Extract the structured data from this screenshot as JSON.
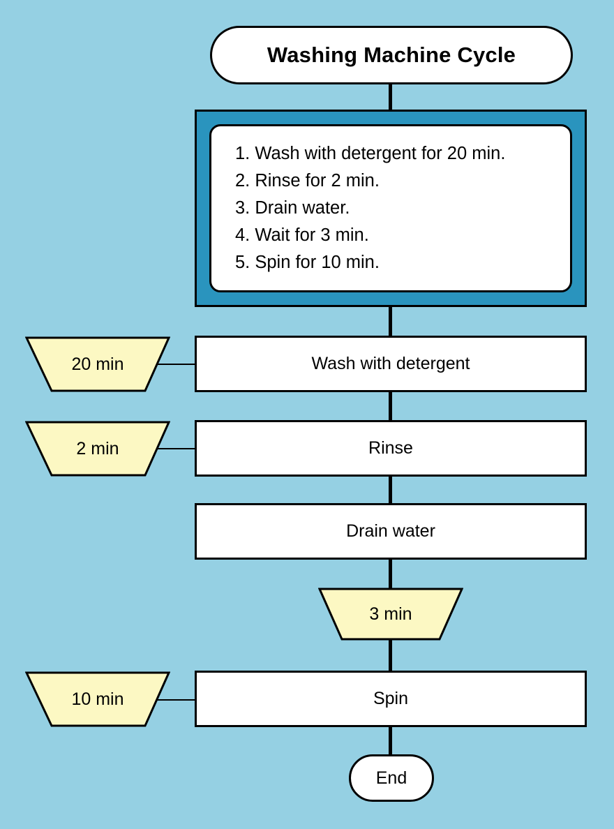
{
  "diagram": {
    "title": "Washing Machine Cycle",
    "background_color": "#95d0e3",
    "accent_color": "#2a94be",
    "note_color": "#fcf8c3",
    "node_fill": "#ffffff",
    "stroke_color": "#000000"
  },
  "instructions": {
    "lines": [
      "1. Wash with detergent for 20 min.",
      "2. Rinse for 2 min.",
      "3. Drain water.",
      "4. Wait for 3 min.",
      "5. Spin for 10 min."
    ]
  },
  "steps": [
    {
      "label": "Wash with detergent",
      "duration": "20 min"
    },
    {
      "label": "Rinse",
      "duration": "2 min"
    },
    {
      "label": "Drain water",
      "duration": ""
    },
    {
      "label": "Spin",
      "duration": "10 min"
    }
  ],
  "wait_node": {
    "duration": "3 min"
  },
  "end_node": {
    "label": "End"
  }
}
